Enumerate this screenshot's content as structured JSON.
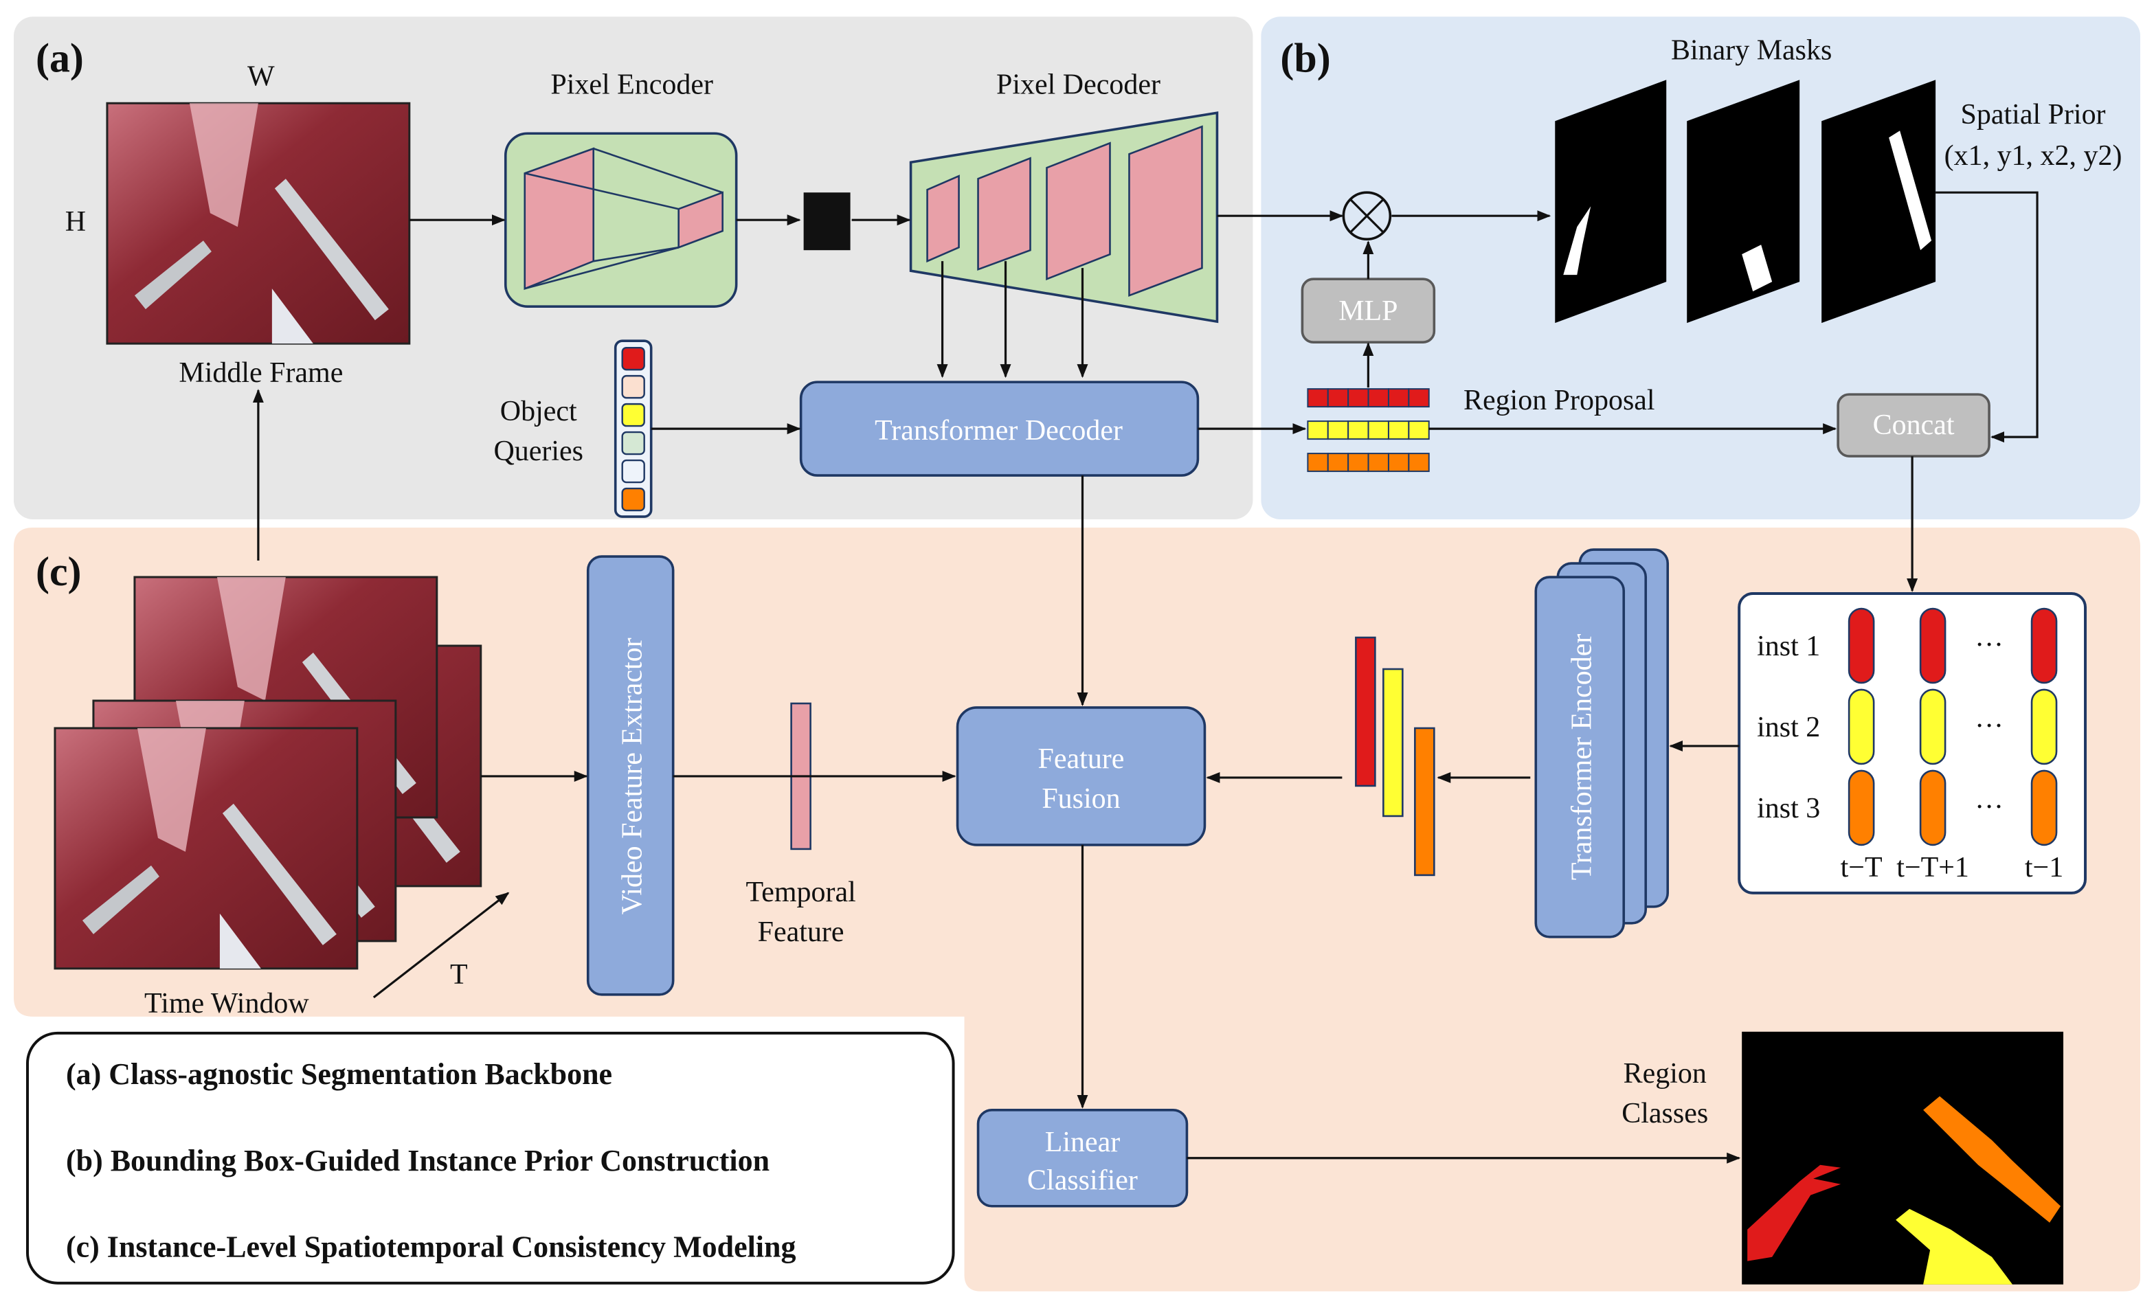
{
  "panels": {
    "a": {
      "tag": "(a)",
      "w_label": "W",
      "h_label": "H",
      "middle_frame": "Middle Frame",
      "pixel_encoder": "Pixel Encoder",
      "pixel_decoder": "Pixel Decoder",
      "object_queries": [
        "Object",
        "Queries"
      ],
      "transformer_decoder": "Transformer  Decoder"
    },
    "b": {
      "tag": "(b)",
      "binary_masks": "Binary Masks",
      "spatial_prior": "Spatial Prior",
      "spatial_coords": "(x1, y1, x2, y2)",
      "mlp": "MLP",
      "region_proposal": "Region Proposal",
      "concat": "Concat"
    },
    "c": {
      "tag": "(c)",
      "time_window": "Time Window",
      "t_label": "T",
      "video_feature_extractor": "Video Feature Extractor",
      "temporal_feature": [
        "Temporal",
        "Feature"
      ],
      "feature_fusion": [
        "Feature",
        "Fusion"
      ],
      "transformer_encoder": "Transformer  Encoder",
      "instances": [
        "inst 1",
        "inst 2",
        "inst 3"
      ],
      "time_labels": [
        "t−T",
        "t−T+1",
        "t−1"
      ],
      "ellipsis": "···",
      "linear_classifier": [
        "Linear",
        "Classifier"
      ],
      "region_classes": [
        "Region",
        "Classes"
      ]
    }
  },
  "legend": [
    "(a) Class-agnostic  Segmentation  Backbone",
    "(b) Bounding  Box-Guided  Instance  Prior  Construction",
    "(c) Instance-Level  Spatiotemporal  Consistency  Modeling"
  ],
  "colors": {
    "panel_a": "#e7e7e7",
    "panel_b": "#dde8f5",
    "panel_c": "#fbe4d5",
    "box_blue": "#8eaadb",
    "green": "#c5e0b4",
    "pink": "#e8a0a8",
    "red": "#e01b1b",
    "yellow": "#ffff33",
    "orange": "#ff8000",
    "gray_box": "#bfbfbf"
  },
  "query_colors": [
    "#e01b1b",
    "#fbe0d0",
    "#ffff33",
    "#d5e8d4",
    "#eef3fa",
    "#ff8000"
  ]
}
